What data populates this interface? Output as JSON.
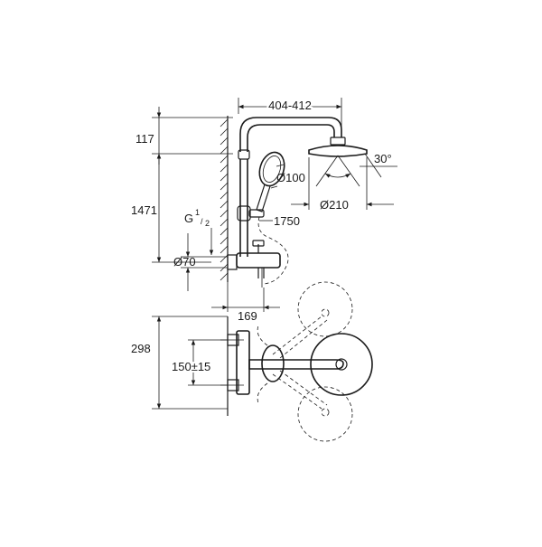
{
  "diagram": {
    "dims": {
      "width_top": "404-412",
      "height_top": "117",
      "height_total": "1471",
      "thread": "G",
      "thread_num": "1",
      "thread_den": "2",
      "rosette": "Ø70",
      "hand_shower": "Ø100",
      "head_shower": "Ø210",
      "angle": "30°",
      "hose": "1750",
      "projection": "169",
      "depth": "298",
      "centres": "150±15"
    }
  }
}
